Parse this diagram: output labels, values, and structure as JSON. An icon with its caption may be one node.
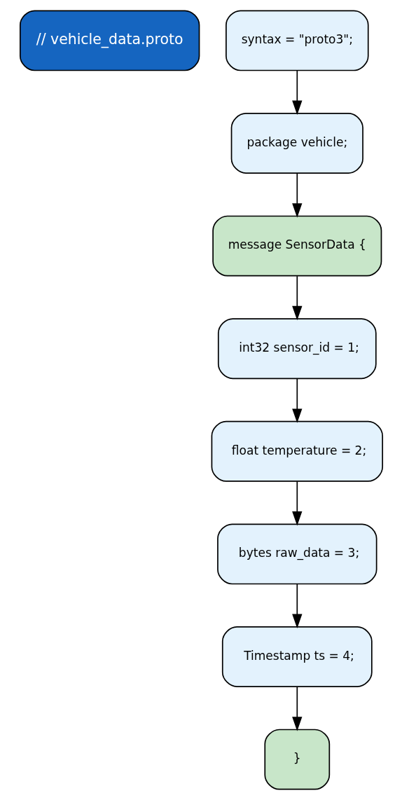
{
  "diagram": {
    "nodes": [
      {
        "text": [
          "// vehicle_data.proto"
        ]
      },
      {
        "text": [
          "syntax = \"proto3\";"
        ]
      },
      {
        "text": [
          "package vehicle;"
        ]
      },
      {
        "text": [
          "message SensorData {"
        ]
      },
      {
        "text": [
          "  int32 sensor_id = 1;"
        ]
      },
      {
        "text": [
          "  float temperature = 2;"
        ]
      },
      {
        "text": [
          "  bytes raw_data = 3;"
        ]
      },
      {
        "text": [
          "  Timestamp ts = 4;"
        ]
      },
      {
        "text": [
          "}"
        ]
      }
    ],
    "edges": [
      {
        "from": 1,
        "to": 2,
        "arrow": "to"
      },
      {
        "from": 2,
        "to": 3,
        "arrow": "to"
      },
      {
        "from": 3,
        "to": 4,
        "arrow": "to"
      },
      {
        "from": 4,
        "to": 5,
        "arrow": "to"
      },
      {
        "from": 5,
        "to": 6,
        "arrow": "to"
      },
      {
        "from": 6,
        "to": 7,
        "arrow": "to"
      },
      {
        "from": 7,
        "to": 8,
        "arrow": "to"
      }
    ]
  }
}
